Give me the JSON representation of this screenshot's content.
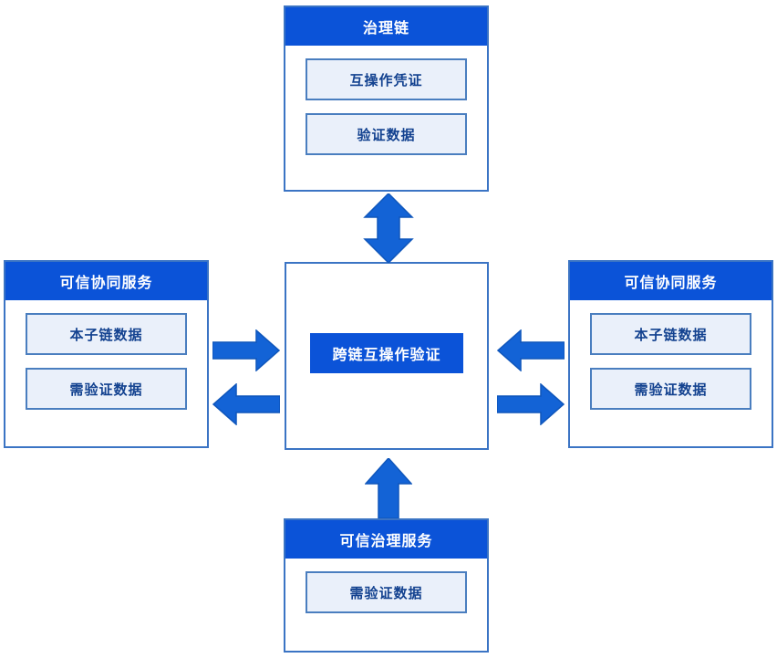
{
  "diagram": {
    "title_text_color": "#ffffff",
    "accent_blue": "#0b53d8",
    "panel_border": "#3b74c4",
    "chip_fill": "#eaf0fa",
    "chip_border": "#4a7ebf",
    "chip_text_color": "#12418f",
    "background": "#ffffff"
  },
  "nodes": {
    "top": {
      "header": "治理链",
      "items": [
        {
          "label": "互操作凭证"
        },
        {
          "label": "验证数据"
        }
      ]
    },
    "left": {
      "header": "可信协同服务",
      "items": [
        {
          "label": "本子链数据"
        },
        {
          "label": "需验证数据"
        }
      ]
    },
    "right": {
      "header": "可信协同服务",
      "items": [
        {
          "label": "本子链数据"
        },
        {
          "label": "需验证数据"
        }
      ]
    },
    "bottom": {
      "header": "可信治理服务",
      "items": [
        {
          "label": "需验证数据"
        }
      ]
    },
    "center": {
      "label": "跨链互操作验证"
    }
  },
  "arrows": [
    {
      "id": "top-center",
      "icon": "double-headed-vertical-arrow",
      "direction": "both",
      "orientation": "vertical"
    },
    {
      "id": "left-to-center",
      "icon": "arrow-right-icon",
      "direction": "right",
      "orientation": "horizontal"
    },
    {
      "id": "center-to-left",
      "icon": "arrow-left-icon",
      "direction": "left",
      "orientation": "horizontal"
    },
    {
      "id": "right-to-center",
      "icon": "arrow-left-icon",
      "direction": "left",
      "orientation": "horizontal"
    },
    {
      "id": "center-to-right",
      "icon": "arrow-right-icon",
      "direction": "right",
      "orientation": "horizontal"
    },
    {
      "id": "bottom-to-center",
      "icon": "arrow-up-icon",
      "direction": "up",
      "orientation": "vertical"
    }
  ]
}
